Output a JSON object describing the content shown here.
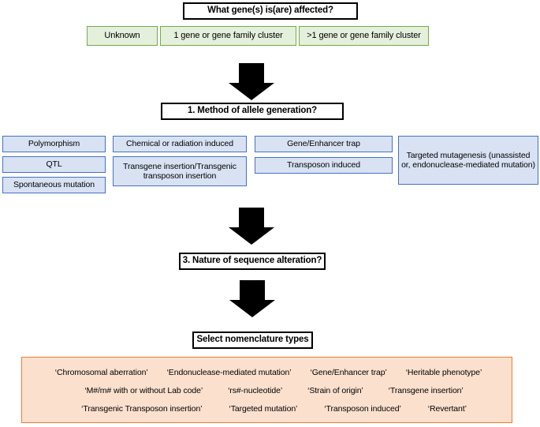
{
  "diagram": {
    "title_question": "What gene(s) is(are) affected?",
    "gene_options": [
      {
        "label": "Unknown"
      },
      {
        "label": "1 gene or gene family cluster"
      },
      {
        "label": ">1 gene or gene family cluster"
      }
    ],
    "question_1": "1. Method of allele generation?",
    "method_columns": [
      {
        "boxes": [
          {
            "label": "Polymorphism"
          },
          {
            "label": "QTL"
          },
          {
            "label": "Spontaneous mutation"
          }
        ]
      },
      {
        "boxes": [
          {
            "label": "Chemical or radiation induced"
          },
          {
            "label": "Transgene insertion/Transgenic transposon insertion"
          }
        ]
      },
      {
        "boxes": [
          {
            "label": "Gene/Enhancer trap"
          },
          {
            "label": "Transposon induced"
          }
        ]
      },
      {
        "boxes": [
          {
            "label": "Targeted mutagenesis (unassisted or, endonuclease-mediated mutation)"
          }
        ]
      }
    ],
    "question_3": "3. Nature of sequence alteration?",
    "select_label": "Select nomenclature types",
    "nomenclature_rows": [
      [
        "‘Chromosomal aberration’",
        "‘Endonuclease-mediated mutation’",
        "‘Gene/Enhancer trap’",
        "‘Heritable phenotype’"
      ],
      [
        "‘M#/m# with or without Lab code’",
        "‘rs#-nucleotide’",
        "‘Strain of origin’",
        "‘Transgene insertion’"
      ],
      [
        "‘Transgenic Transposon insertion’",
        "‘Targeted mutation’",
        "‘Transposon induced’",
        "‘Revertant’"
      ]
    ],
    "arrows": [
      {
        "name": "arrow-to-question-1"
      },
      {
        "name": "arrow-to-question-3"
      },
      {
        "name": "arrow-to-select-nomenclature"
      }
    ],
    "colors": {
      "green_fill": "#e4efdc",
      "green_border": "#70ad47",
      "blue_fill": "#d9e2f3",
      "blue_border": "#4472c4",
      "orange_fill": "#fbe0ce",
      "orange_border": "#ed7d31",
      "box_border": "#000000",
      "arrow": "#000000",
      "background": "#ffffff"
    }
  }
}
